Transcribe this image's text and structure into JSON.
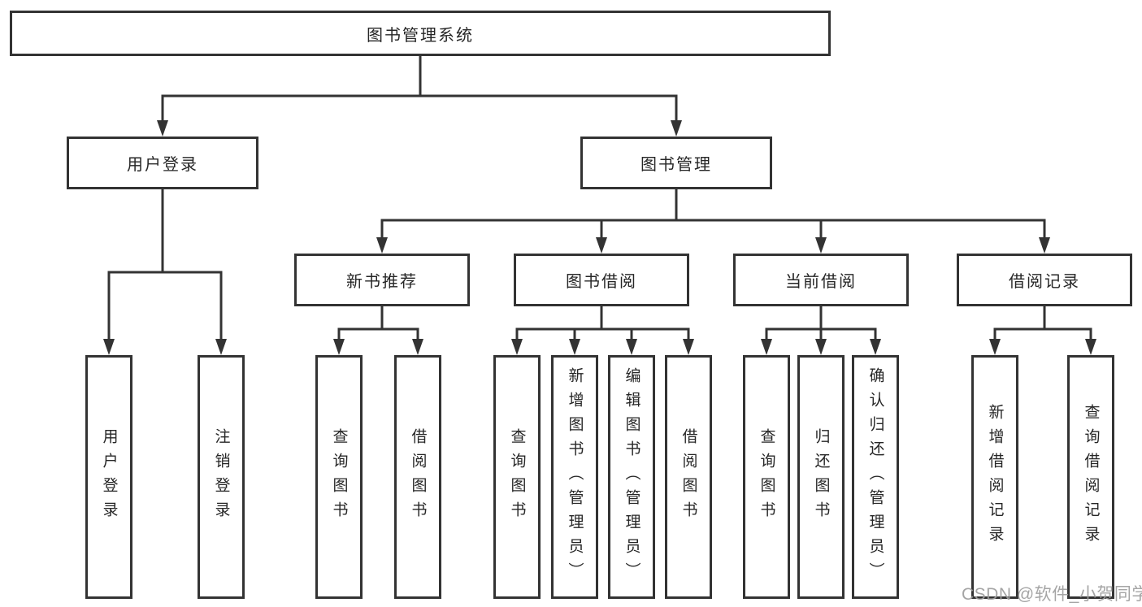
{
  "diagram": {
    "root": "图书管理系统",
    "branches": [
      {
        "label": "用户登录",
        "children": [
          "用户登录",
          "注销登录"
        ]
      },
      {
        "label": "图书管理",
        "children": [
          {
            "label": "新书推荐",
            "children": [
              "查询图书",
              "借阅图书"
            ]
          },
          {
            "label": "图书借阅",
            "children": [
              "查询图书",
              "新增图书（管理员）",
              "编辑图书（管理员）",
              "借阅图书"
            ]
          },
          {
            "label": "当前借阅",
            "children": [
              "查询图书",
              "归还图书",
              "确认归还（管理员）"
            ]
          },
          {
            "label": "借阅记录",
            "children": [
              "新增借阅记录",
              "查询借阅记录"
            ]
          }
        ]
      }
    ]
  },
  "watermark": "CSDN @软件_小贺同学",
  "colors": {
    "line": "#333333",
    "text": "#262626",
    "watermark": "#9e9e9e",
    "background": "#ffffff"
  }
}
